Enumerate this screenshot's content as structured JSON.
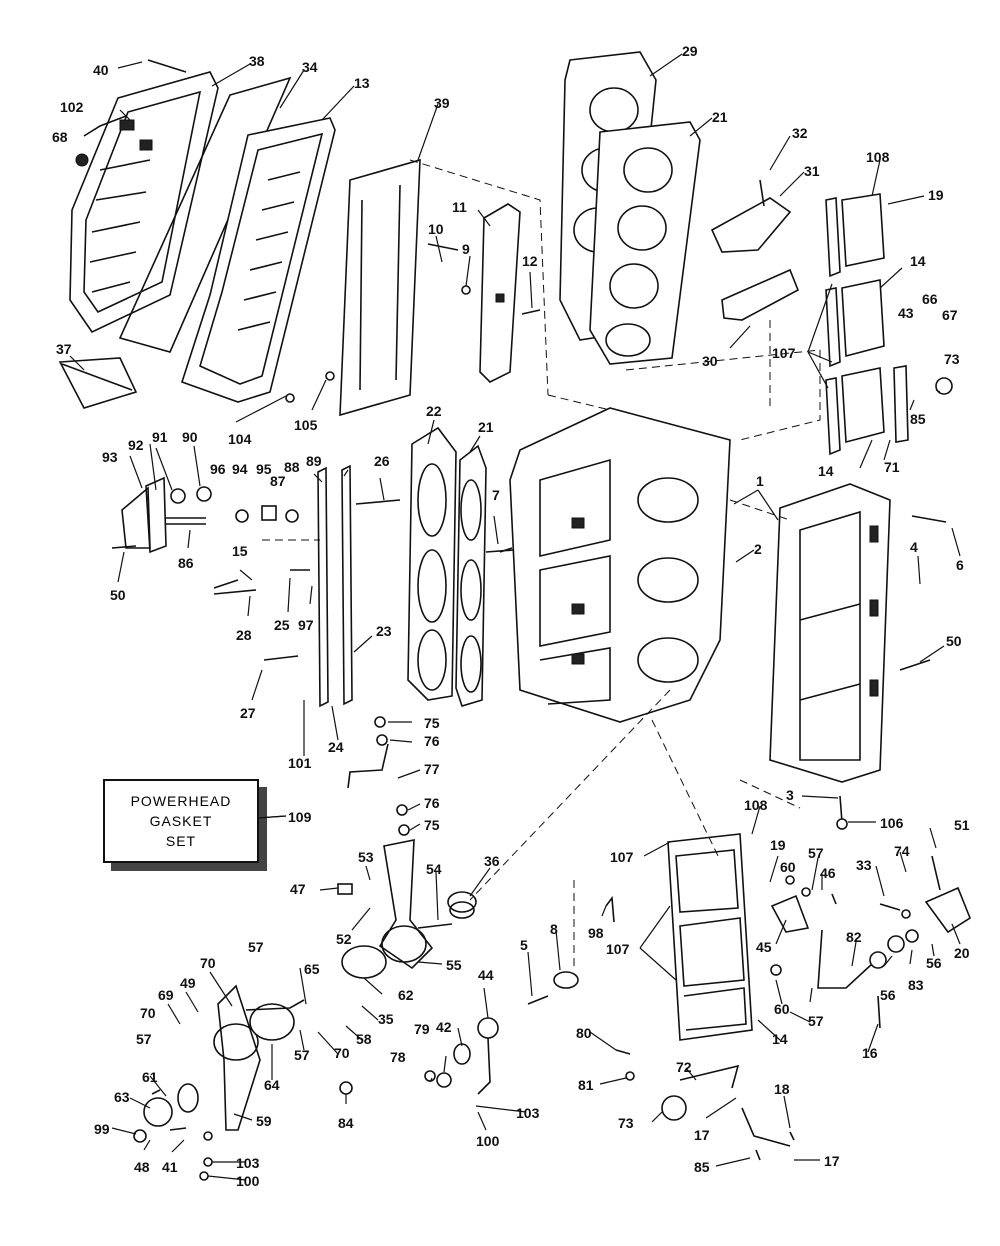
{
  "gasket_box": {
    "line1": "POWERHEAD",
    "line2": "GASKET",
    "line3": "SET",
    "number": "109"
  },
  "callouts": [
    {
      "id": "40",
      "t": "40"
    },
    {
      "id": "38",
      "t": "38"
    },
    {
      "id": "34",
      "t": "34"
    },
    {
      "id": "13",
      "t": "13"
    },
    {
      "id": "39",
      "t": "39"
    },
    {
      "id": "29",
      "t": "29"
    },
    {
      "id": "21a",
      "t": "21"
    },
    {
      "id": "32",
      "t": "32"
    },
    {
      "id": "31",
      "t": "31"
    },
    {
      "id": "108a",
      "t": "108"
    },
    {
      "id": "19a",
      "t": "19"
    },
    {
      "id": "102",
      "t": "102"
    },
    {
      "id": "68",
      "t": "68"
    },
    {
      "id": "11",
      "t": "11"
    },
    {
      "id": "10",
      "t": "10"
    },
    {
      "id": "9",
      "t": "9"
    },
    {
      "id": "12",
      "t": "12"
    },
    {
      "id": "30",
      "t": "30"
    },
    {
      "id": "14a",
      "t": "14"
    },
    {
      "id": "43",
      "t": "43"
    },
    {
      "id": "66",
      "t": "66"
    },
    {
      "id": "67",
      "t": "67"
    },
    {
      "id": "107a",
      "t": "107"
    },
    {
      "id": "73a",
      "t": "73"
    },
    {
      "id": "37",
      "t": "37"
    },
    {
      "id": "104",
      "t": "104"
    },
    {
      "id": "105",
      "t": "105"
    },
    {
      "id": "85a",
      "t": "85"
    },
    {
      "id": "14b",
      "t": "14"
    },
    {
      "id": "71",
      "t": "71"
    },
    {
      "id": "22",
      "t": "22"
    },
    {
      "id": "21b",
      "t": "21"
    },
    {
      "id": "1",
      "t": "1"
    },
    {
      "id": "93",
      "t": "93"
    },
    {
      "id": "92",
      "t": "92"
    },
    {
      "id": "91",
      "t": "91"
    },
    {
      "id": "90",
      "t": "90"
    },
    {
      "id": "96",
      "t": "96"
    },
    {
      "id": "94",
      "t": "94"
    },
    {
      "id": "95",
      "t": "95"
    },
    {
      "id": "87",
      "t": "87"
    },
    {
      "id": "88",
      "t": "88"
    },
    {
      "id": "89",
      "t": "89"
    },
    {
      "id": "26",
      "t": "26"
    },
    {
      "id": "7",
      "t": "7"
    },
    {
      "id": "86",
      "t": "86"
    },
    {
      "id": "2",
      "t": "2"
    },
    {
      "id": "4",
      "t": "4"
    },
    {
      "id": "6",
      "t": "6"
    },
    {
      "id": "15",
      "t": "15"
    },
    {
      "id": "50a",
      "t": "50"
    },
    {
      "id": "28",
      "t": "28"
    },
    {
      "id": "25",
      "t": "25"
    },
    {
      "id": "97",
      "t": "97"
    },
    {
      "id": "23",
      "t": "23"
    },
    {
      "id": "50b",
      "t": "50"
    },
    {
      "id": "27",
      "t": "27"
    },
    {
      "id": "24",
      "t": "24"
    },
    {
      "id": "101",
      "t": "101"
    },
    {
      "id": "75a",
      "t": "75"
    },
    {
      "id": "76a",
      "t": "76"
    },
    {
      "id": "77",
      "t": "77"
    },
    {
      "id": "76b",
      "t": "76"
    },
    {
      "id": "75b",
      "t": "75"
    },
    {
      "id": "3",
      "t": "3"
    },
    {
      "id": "106",
      "t": "106"
    },
    {
      "id": "108b",
      "t": "108"
    },
    {
      "id": "51",
      "t": "51"
    },
    {
      "id": "107b",
      "t": "107"
    },
    {
      "id": "53",
      "t": "53"
    },
    {
      "id": "19b",
      "t": "19"
    },
    {
      "id": "57a",
      "t": "57"
    },
    {
      "id": "74",
      "t": "74"
    },
    {
      "id": "60a",
      "t": "60"
    },
    {
      "id": "46",
      "t": "46"
    },
    {
      "id": "33",
      "t": "33"
    },
    {
      "id": "36",
      "t": "36"
    },
    {
      "id": "47",
      "t": "47"
    },
    {
      "id": "54",
      "t": "54"
    },
    {
      "id": "52",
      "t": "52"
    },
    {
      "id": "98",
      "t": "98"
    },
    {
      "id": "8",
      "t": "8"
    },
    {
      "id": "45",
      "t": "45"
    },
    {
      "id": "20",
      "t": "20"
    },
    {
      "id": "5",
      "t": "5"
    },
    {
      "id": "107c",
      "t": "107"
    },
    {
      "id": "82",
      "t": "82"
    },
    {
      "id": "56a",
      "t": "56"
    },
    {
      "id": "83",
      "t": "83"
    },
    {
      "id": "56b",
      "t": "56"
    },
    {
      "id": "57b",
      "t": "57"
    },
    {
      "id": "55",
      "t": "55"
    },
    {
      "id": "70a",
      "t": "70"
    },
    {
      "id": "65",
      "t": "65"
    },
    {
      "id": "44",
      "t": "44"
    },
    {
      "id": "60b",
      "t": "60"
    },
    {
      "id": "57c",
      "t": "57"
    },
    {
      "id": "14c",
      "t": "14"
    },
    {
      "id": "16",
      "t": "16"
    },
    {
      "id": "49",
      "t": "49"
    },
    {
      "id": "69",
      "t": "69"
    },
    {
      "id": "62",
      "t": "62"
    },
    {
      "id": "70b",
      "t": "70"
    },
    {
      "id": "35",
      "t": "35"
    },
    {
      "id": "57d",
      "t": "57"
    },
    {
      "id": "58",
      "t": "58"
    },
    {
      "id": "42",
      "t": "42"
    },
    {
      "id": "79",
      "t": "79"
    },
    {
      "id": "80",
      "t": "80"
    },
    {
      "id": "70c",
      "t": "70"
    },
    {
      "id": "78",
      "t": "78"
    },
    {
      "id": "57e",
      "t": "57"
    },
    {
      "id": "61",
      "t": "61"
    },
    {
      "id": "64",
      "t": "64"
    },
    {
      "id": "81",
      "t": "81"
    },
    {
      "id": "72",
      "t": "72"
    },
    {
      "id": "18",
      "t": "18"
    },
    {
      "id": "63",
      "t": "63"
    },
    {
      "id": "84",
      "t": "84"
    },
    {
      "id": "103a",
      "t": "103"
    },
    {
      "id": "59",
      "t": "59"
    },
    {
      "id": "100a",
      "t": "100"
    },
    {
      "id": "73b",
      "t": "73"
    },
    {
      "id": "17a",
      "t": "17"
    },
    {
      "id": "99",
      "t": "99"
    },
    {
      "id": "48",
      "t": "48"
    },
    {
      "id": "41",
      "t": "41"
    },
    {
      "id": "103b",
      "t": "103"
    },
    {
      "id": "100b",
      "t": "100"
    },
    {
      "id": "85b",
      "t": "85"
    },
    {
      "id": "17b",
      "t": "17"
    }
  ]
}
